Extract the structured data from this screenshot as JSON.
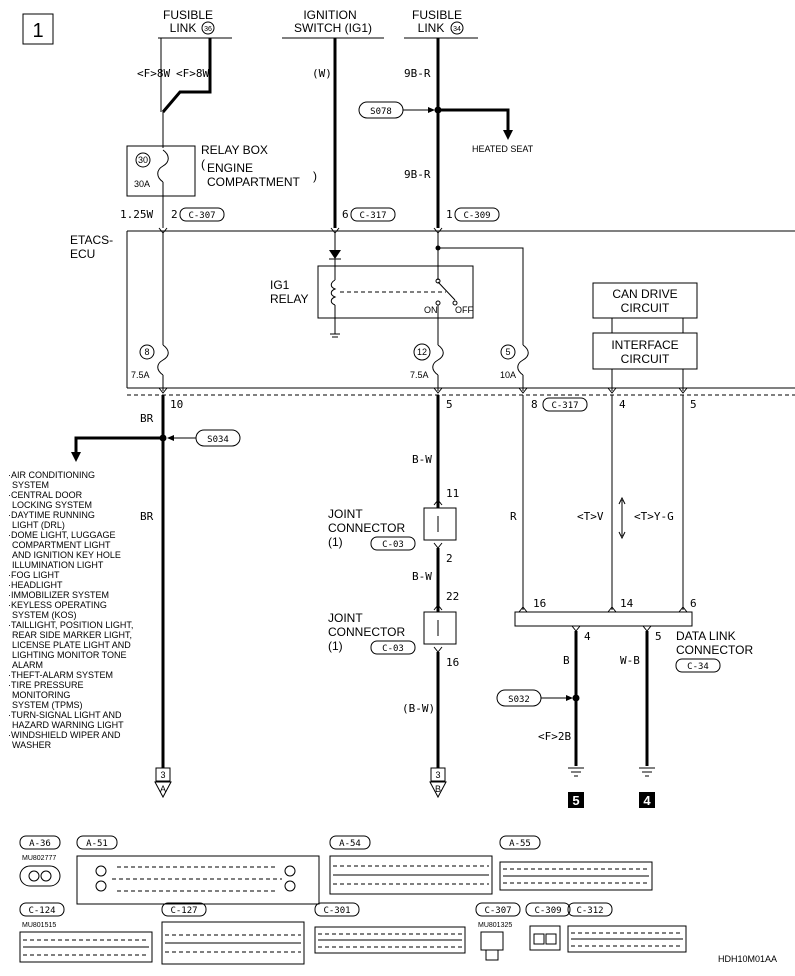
{
  "page": {
    "number": "1"
  },
  "sources": [
    {
      "line1": "FUSIBLE",
      "line2": "LINK",
      "num": "36"
    },
    {
      "line1": "IGNITION",
      "line2": "SWITCH (IG1)"
    },
    {
      "line1": "FUSIBLE",
      "line2": "LINK",
      "num": "34"
    }
  ],
  "wire_labels": {
    "f8w_a": "<F>8W",
    "f8w_b": "<F>8W",
    "w": "(W)",
    "nine_br_top": "9B-R",
    "nine_br_mid": "9B-R",
    "one25w": "1.25W",
    "br_top": "BR",
    "br_mid": "BR",
    "bw_1": "B-W",
    "bw_2": "B-W",
    "bw_3": "(B-W)",
    "r": "R",
    "tv": "<T>V",
    "tyg": "<T>Y-G",
    "b": "B",
    "wb": "W-B",
    "f2b": "<F>2B"
  },
  "splices": {
    "s078": "S078",
    "s034": "S034",
    "s032": "S032"
  },
  "heated_seat": "HEATED SEAT",
  "relay_box": {
    "title": "RELAY BOX",
    "sub1": "ENGINE",
    "sub2": "COMPARTMENT",
    "fuse_num": "30",
    "fuse_amp": "30A"
  },
  "etacs": {
    "line1": "ETACS-",
    "line2": "ECU"
  },
  "ig1_relay": {
    "line1": "IG1",
    "line2": "RELAY",
    "on": "ON",
    "off": "OFF"
  },
  "can_drive": {
    "line1": "CAN DRIVE",
    "line2": "CIRCUIT"
  },
  "interface": {
    "line1": "INTERFACE",
    "line2": "CIRCUIT"
  },
  "fuses": [
    {
      "num": "8",
      "amp": "7.5A"
    },
    {
      "num": "12",
      "amp": "7.5A"
    },
    {
      "num": "5",
      "amp": "10A"
    }
  ],
  "pins": {
    "c307_pin": "2",
    "c307": "C-307",
    "c317_pin": "6",
    "c317": "C-317",
    "c309_pin": "1",
    "c309": "C-309",
    "p10": "10",
    "p5": "5",
    "p8": "8",
    "c317b": "C-317",
    "p4": "4",
    "p5b": "5",
    "j1_top": "11",
    "j1_bot": "2",
    "j2_top": "22",
    "j2_bot": "16",
    "dl16": "16",
    "dl14": "14",
    "dl6": "6",
    "dl4": "4",
    "dl5": "5"
  },
  "joint1": {
    "line1": "JOINT",
    "line2": "CONNECTOR",
    "line3": "(1)",
    "conn": "C-03"
  },
  "joint2": {
    "line1": "JOINT",
    "line2": "CONNECTOR",
    "line3": "(1)",
    "conn": "C-03"
  },
  "data_link": {
    "line1": "DATA LINK",
    "line2": "CONNECTOR",
    "conn": "C-34"
  },
  "systems": [
    "·AIR CONDITIONING",
    "SYSTEM",
    "·CENTRAL DOOR",
    "LOCKING SYSTEM",
    "·DAYTIME RUNNING",
    "LIGHT (DRL)",
    "·DOME LIGHT, LUGGAGE",
    "COMPARTMENT LIGHT",
    "AND IGNITION KEY HOLE",
    "ILLUMINATION LIGHT",
    "·FOG LIGHT",
    "·HEADLIGHT",
    "·IMMOBILIZER SYSTEM",
    "·KEYLESS OPERATING",
    "SYSTEM (KOS)",
    "·TAILLIGHT, POSITION LIGHT,",
    "REAR SIDE MARKER LIGHT,",
    "LICENSE PLATE LIGHT AND",
    "LIGHTING MONITOR TONE",
    "ALARM",
    "·THEFT-ALARM SYSTEM",
    "·TIRE PRESSURE",
    "MONITORING",
    "SYSTEM (TPMS)",
    "·TURN-SIGNAL LIGHT AND",
    "HAZARD WARNING LIGHT",
    "·WINDSHIELD WIPER AND",
    "WASHER"
  ],
  "terminals": {
    "a_num": "3",
    "a_letter": "A",
    "b_num": "3",
    "b_letter": "B",
    "g5": "5",
    "g4": "4"
  },
  "connectors": {
    "a36": "A-36",
    "a36_part": "MU802777",
    "a51": "A-51",
    "a54": "A-54",
    "a55": "A-55",
    "c124": "C-124",
    "c124_part": "MU801515",
    "c127": "C-127",
    "c301": "C-301",
    "c307": "C-307",
    "c307_part": "MU801325",
    "c309": "C-309",
    "c312": "C-312"
  },
  "doc_code": "HDH10M01AA"
}
